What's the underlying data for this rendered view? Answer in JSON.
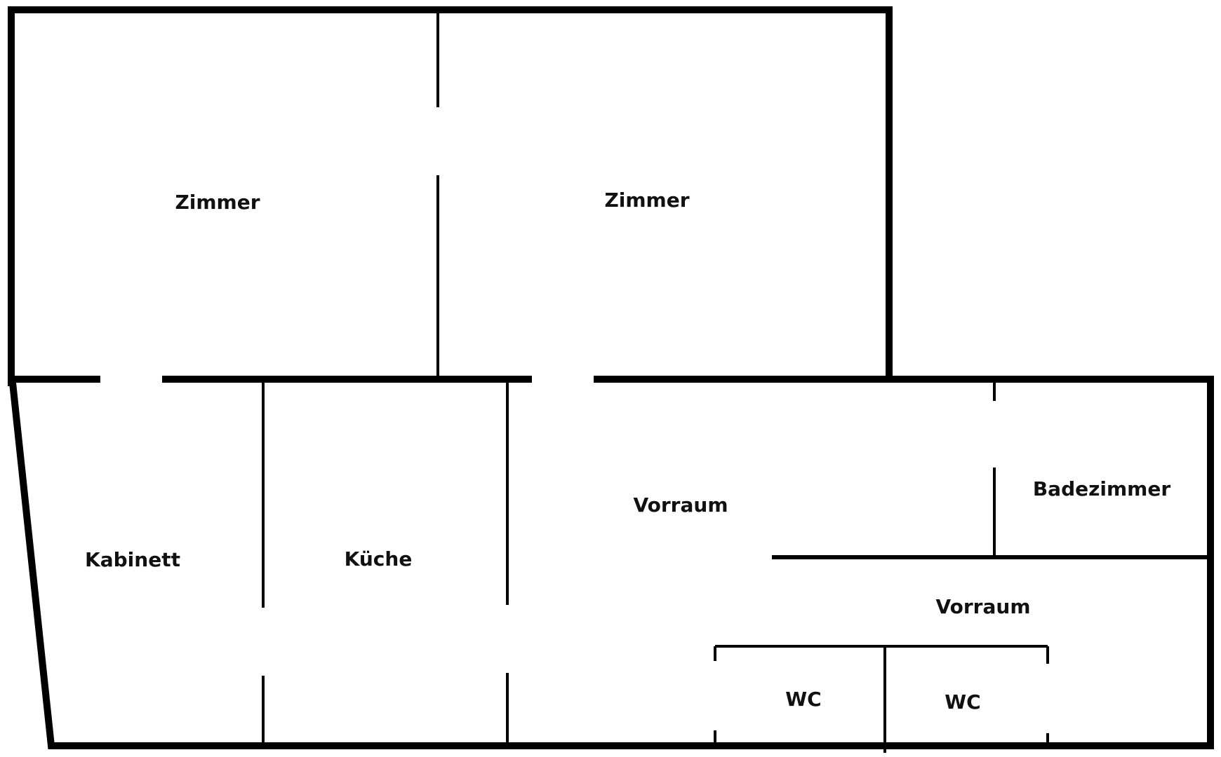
{
  "colors": {
    "wall": "#000000",
    "background": "#ffffff",
    "label": "#111111"
  },
  "rooms": {
    "zimmer_left": "Zimmer",
    "zimmer_right": "Zimmer",
    "kabinett": "Kabinett",
    "kueche": "Küche",
    "vorraum_main": "Vorraum",
    "badezimmer": "Badezimmer",
    "vorraum_small": "Vorraum",
    "wc_left": "WC",
    "wc_right": "WC"
  }
}
